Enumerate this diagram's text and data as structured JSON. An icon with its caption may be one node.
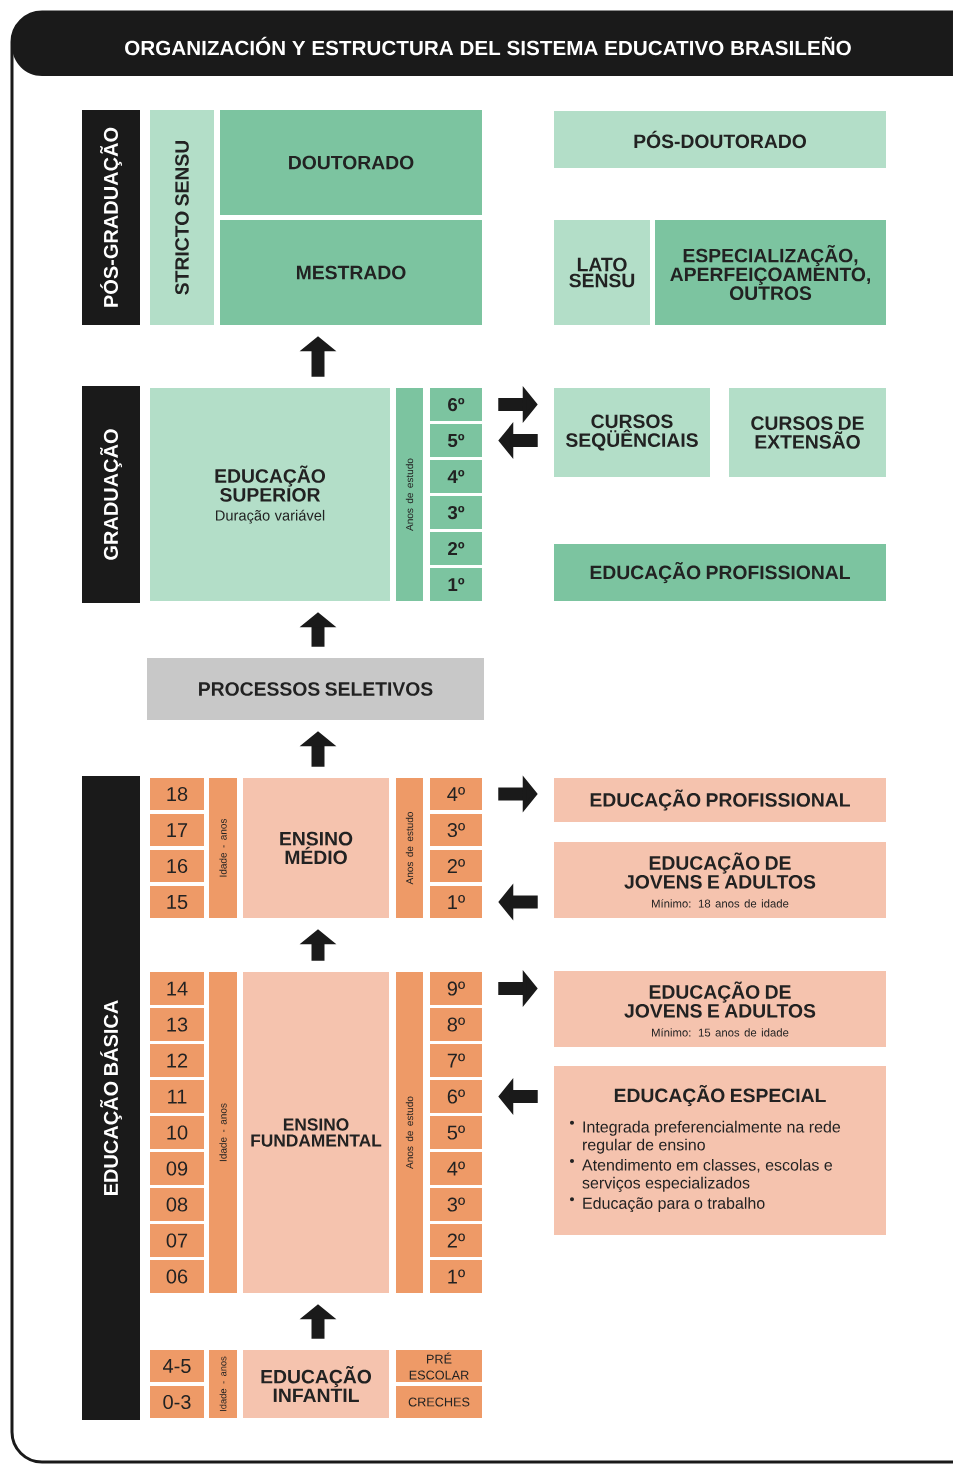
{
  "diagram": {
    "title": "ORGANIZACIÓN Y ESTRUCTURA DEL SISTEMA EDUCATIVO BRASILEÑO",
    "nodes": [
      {
        "text": [
          "PÓS-GRADUAÇÃO"
        ]
      },
      {
        "text": [
          "STRICTO SENSU"
        ]
      },
      {
        "text": [
          "DOUTORADO"
        ]
      },
      {
        "text": [
          "MESTRADO"
        ]
      },
      {
        "text": [
          "PÓS-DOUTORADO"
        ]
      },
      {
        "text": [
          "LATO SENSU"
        ]
      },
      {
        "text": [
          "ESPECIALIZAÇÃO, APERFEIÇOAMENTO, OUTROS"
        ]
      },
      {
        "text": [
          "GRADUAÇÃO"
        ]
      },
      {
        "text": [
          "EDUCAÇÃO SUPERIOR",
          "Duração variável"
        ]
      },
      {
        "text": [
          "Anos de estudo"
        ]
      },
      {
        "text": [
          "6º"
        ]
      },
      {
        "text": [
          "5º"
        ]
      },
      {
        "text": [
          "4º"
        ]
      },
      {
        "text": [
          "3º"
        ]
      },
      {
        "text": [
          "2º"
        ]
      },
      {
        "text": [
          "1º"
        ]
      },
      {
        "text": [
          "CURSOS SEQÜÊNCIAIS"
        ]
      },
      {
        "text": [
          "CURSOS DE EXTENSÃO"
        ]
      },
      {
        "text": [
          "EDUCAÇÃO PROFISSIONAL"
        ]
      },
      {
        "text": [
          "PROCESSOS SELETIVOS"
        ]
      },
      {
        "text": [
          "EDUCAÇÃO BÁSICA"
        ]
      },
      {
        "text": [
          "18"
        ]
      },
      {
        "text": [
          "17"
        ]
      },
      {
        "text": [
          "16"
        ]
      },
      {
        "text": [
          "15"
        ]
      },
      {
        "text": [
          "Idade - anos"
        ]
      },
      {
        "text": [
          "ENSINO MÉDIO"
        ]
      },
      {
        "text": [
          "Anos de estudo"
        ]
      },
      {
        "text": [
          "4º"
        ]
      },
      {
        "text": [
          "3º"
        ]
      },
      {
        "text": [
          "2º"
        ]
      },
      {
        "text": [
          "1º"
        ]
      },
      {
        "text": [
          "EDUCAÇÃO PROFISSIONAL"
        ]
      },
      {
        "text": [
          "EDUCAÇÃO DE JOVENS E ADULTOS",
          "Mínimo: 18 anos de idade"
        ]
      },
      {
        "text": [
          "14"
        ]
      },
      {
        "text": [
          "13"
        ]
      },
      {
        "text": [
          "12"
        ]
      },
      {
        "text": [
          "11"
        ]
      },
      {
        "text": [
          "10"
        ]
      },
      {
        "text": [
          "09"
        ]
      },
      {
        "text": [
          "08"
        ]
      },
      {
        "text": [
          "07"
        ]
      },
      {
        "text": [
          "06"
        ]
      },
      {
        "text": [
          "Idade - anos"
        ]
      },
      {
        "text": [
          "ENSINO FUNDAMENTAL"
        ]
      },
      {
        "text": [
          "Anos de estudo"
        ]
      },
      {
        "text": [
          "9º"
        ]
      },
      {
        "text": [
          "8º"
        ]
      },
      {
        "text": [
          "7º"
        ]
      },
      {
        "text": [
          "6º"
        ]
      },
      {
        "text": [
          "5º"
        ]
      },
      {
        "text": [
          "4º"
        ]
      },
      {
        "text": [
          "3º"
        ]
      },
      {
        "text": [
          "2º"
        ]
      },
      {
        "text": [
          "1º"
        ]
      },
      {
        "text": [
          "EDUCAÇÃO DE JOVENS E ADULTOS",
          "Mínimo: 15 anos de idade"
        ]
      },
      {
        "text": [
          "EDUCAÇÃO ESPECIAL",
          "Integrada preferencialmente na rede regular de ensino",
          "Atendimento em classes, escolas e serviços especializados",
          "Educação para o trabalho"
        ]
      },
      {
        "text": [
          "4-5"
        ]
      },
      {
        "text": [
          "0-3"
        ]
      },
      {
        "text": [
          "Idade - anos"
        ]
      },
      {
        "text": [
          "EDUCAÇÃO INFANTIL"
        ]
      },
      {
        "text": [
          "PRÉ ESCOLAR"
        ]
      },
      {
        "text": [
          "CRECHES"
        ]
      }
    ],
    "edges": [
      {
        "from": 8,
        "to": 3,
        "arrow": "to"
      },
      {
        "from": 10,
        "to": 16,
        "arrow": "to"
      },
      {
        "from": 16,
        "to": 11,
        "arrow": "to"
      },
      {
        "from": 19,
        "to": 8,
        "arrow": "to"
      },
      {
        "from": 26,
        "to": 19,
        "arrow": "to"
      },
      {
        "from": 28,
        "to": 32,
        "arrow": "to"
      },
      {
        "from": 33,
        "to": 31,
        "arrow": "to"
      },
      {
        "from": 44,
        "to": 26,
        "arrow": "to"
      },
      {
        "from": 46,
        "to": 55,
        "arrow": "to"
      },
      {
        "from": 56,
        "to": 49,
        "arrow": "to"
      },
      {
        "from": 60,
        "to": 44,
        "arrow": "to"
      }
    ]
  }
}
